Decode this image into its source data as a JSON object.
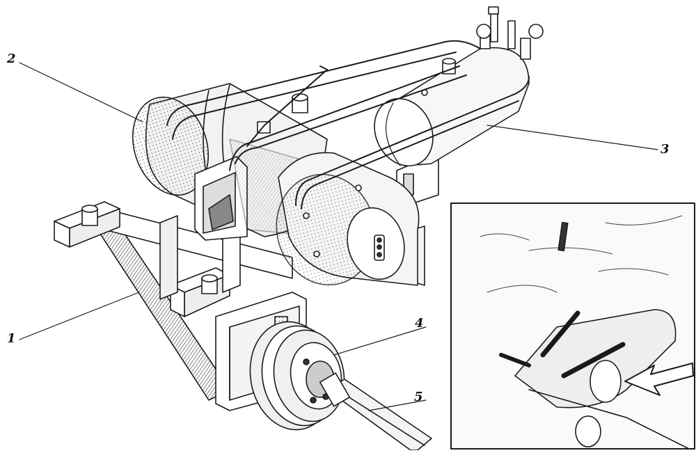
{
  "diagram": {
    "callouts": [
      {
        "id": "1",
        "label": "1"
      },
      {
        "id": "2",
        "label": "2"
      },
      {
        "id": "3",
        "label": "3"
      },
      {
        "id": "4",
        "label": "4"
      },
      {
        "id": "5",
        "label": "5"
      }
    ],
    "colors": {
      "ink": "#1a1a1a",
      "paper": "#ffffff",
      "shade": "#9a9a9a"
    }
  }
}
